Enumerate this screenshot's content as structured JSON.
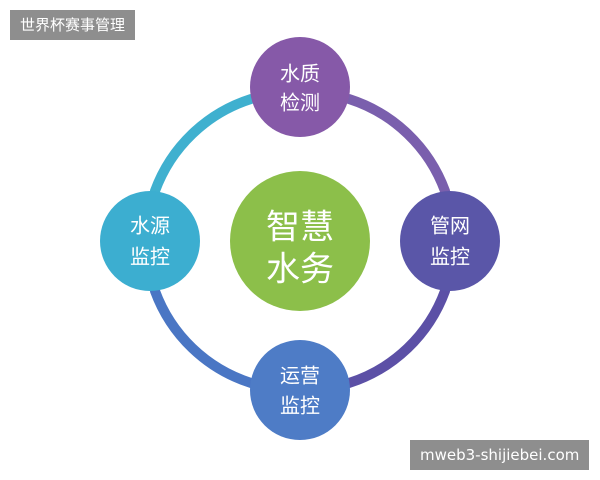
{
  "watermark_top": "世界杯赛事管理",
  "watermark_bottom": "mweb3-shijiebei.com",
  "center": {
    "line1": "智慧",
    "line2": "水务",
    "color": "#8cbf4a"
  },
  "nodes": {
    "top": {
      "line1": "水质",
      "line2": "检测",
      "color": "#8659a8"
    },
    "right": {
      "line1": "管网",
      "line2": "监控",
      "color": "#5a56a8"
    },
    "bottom": {
      "line1": "运营",
      "line2": "监控",
      "color": "#4e7cc6"
    },
    "left": {
      "line1": "水源",
      "line2": "监控",
      "color": "#3caed0"
    }
  },
  "ring_colors": {
    "top_right": "#7a5fad",
    "right_bottom": "#5c50a6",
    "bottom_left": "#4a76c4",
    "left_top": "#3fb0cf"
  }
}
